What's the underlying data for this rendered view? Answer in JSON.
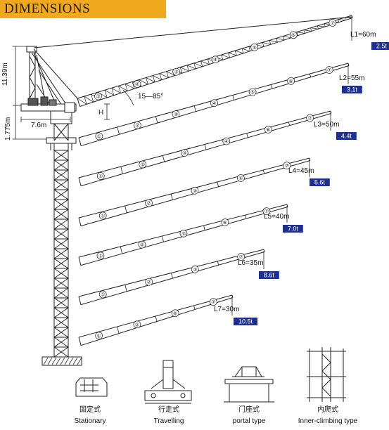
{
  "header": {
    "title": "DIMENSIONS"
  },
  "tower": {
    "height_label": "11.39m",
    "lower_label": "1.775m",
    "counter_jib_label": "7.6m",
    "angle_label": "15—85°",
    "h_label": "H"
  },
  "booms": [
    {
      "length": "L1=60m",
      "load": "2.5t",
      "sections": [
        "①",
        "②",
        "③",
        "④",
        "⑤",
        "⑥",
        "⑦"
      ]
    },
    {
      "length": "L2=55m",
      "load": "3.1t",
      "sections": [
        "①",
        "②",
        "③",
        "④",
        "⑤",
        "⑥",
        "⑦"
      ]
    },
    {
      "length": "L3=50m",
      "load": "4.4t",
      "sections": [
        "①",
        "②",
        "③",
        "④",
        "⑥",
        "⑦"
      ]
    },
    {
      "length": "L4=45m",
      "load": "5.6t",
      "sections": [
        "①",
        "②",
        "③",
        "④",
        "⑦"
      ]
    },
    {
      "length": "L5=40m",
      "load": "7.0t",
      "sections": [
        "①",
        "②",
        "③",
        "⑥",
        "⑦"
      ]
    },
    {
      "length": "L6=35m",
      "load": "8.6t",
      "sections": [
        "①",
        "②",
        "③",
        "⑦"
      ]
    },
    {
      "length": "L7=30m",
      "load": "10.5t",
      "sections": [
        "①",
        "②",
        "⑥",
        "⑦"
      ]
    }
  ],
  "types": [
    {
      "cn": "固定式",
      "en": "Stationary"
    },
    {
      "cn": "行走式",
      "en": "Travelling"
    },
    {
      "cn": "门座式",
      "en": "portal type"
    },
    {
      "cn": "内爬式",
      "en": "Inner-climbing type"
    }
  ],
  "colors": {
    "banner": "#f0a81e",
    "load_box": "#1f2f8f",
    "line": "#222222"
  }
}
